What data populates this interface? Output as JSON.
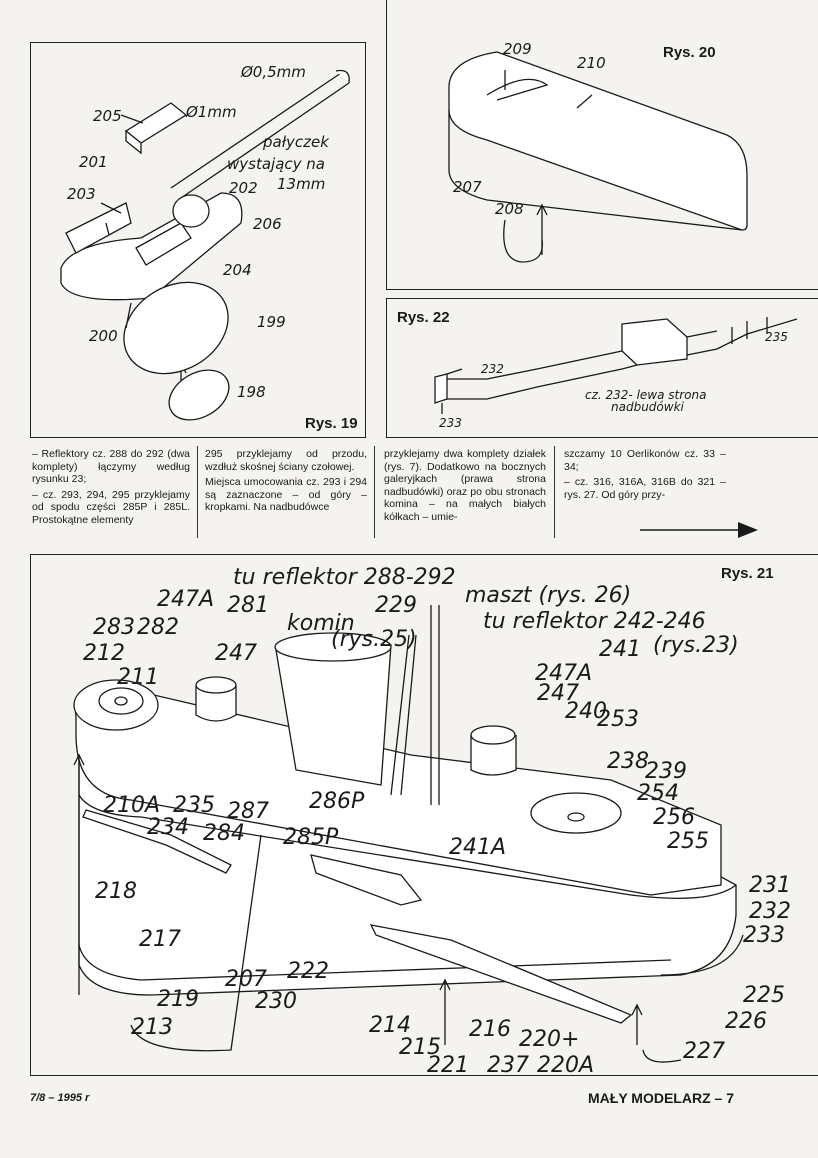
{
  "fig19": {
    "title": "Rys. 19",
    "labels": [
      "205",
      "201",
      "203",
      "200",
      "Ø1mm",
      "Ø0,5mm",
      "pałyczek",
      "wystający na",
      "13mm",
      "202",
      "206",
      "204",
      "199",
      "198"
    ]
  },
  "fig20": {
    "title": "Rys. 20",
    "labels": [
      "209",
      "210",
      "207",
      "208"
    ]
  },
  "fig22": {
    "title": "Rys. 22",
    "labels": [
      "232",
      "233",
      "235",
      "cz. 232- lewa strona",
      "nadbudówki"
    ]
  },
  "text": {
    "col1": [
      "– Reflektory cz. 288 do 292 (dwa komplety) łączymy według rysunku 23;",
      "– cz. 293, 294, 295 przyklejamy od spodu części 285P i 285L. Prostokątne elementy"
    ],
    "col2": [
      "295 przyklejamy od przodu, wzdłuż skośnej ściany czołowej.",
      "Miejsca umocowania cz. 293 i 294 są zaznaczone – od góry – kropkami. Na nadbudówce"
    ],
    "col3": [
      "przyklejamy dwa komplety działek (rys. 7). Dodatkowo na bocznych galeryjkach (prawa strona nadbudówki) oraz po obu stronach komina – na małych białych kółkach – umie-"
    ],
    "col4": [
      "szczamy 10 Oerlikonów cz. 33 – 34;",
      "– cz. 316, 316A, 316B do 321 – rys. 27. Od góry przy-"
    ]
  },
  "fig21": {
    "title": "Rys. 21",
    "top_labels": [
      "tu reflektor 288-292",
      "maszt (rys. 26)",
      "tu reflektor 242-246",
      "(rys.23)",
      "komin",
      "(rys.25)"
    ],
    "labels": [
      "247A",
      "281",
      "229",
      "283",
      "282",
      "247",
      "212",
      "211",
      "241",
      "247A",
      "247",
      "240",
      "253",
      "238",
      "239",
      "254",
      "256",
      "255",
      "210A",
      "235",
      "287",
      "286P",
      "234",
      "284",
      "285P",
      "241A",
      "231",
      "232",
      "233",
      "218",
      "217",
      "207",
      "222",
      "219",
      "230",
      "213",
      "214",
      "215",
      "216",
      "220+",
      "221",
      "237",
      "220A",
      "225",
      "226",
      "227"
    ]
  },
  "footer": {
    "left": "7/8 – 1995 r",
    "right": "MAŁY MODELARZ – 7"
  }
}
